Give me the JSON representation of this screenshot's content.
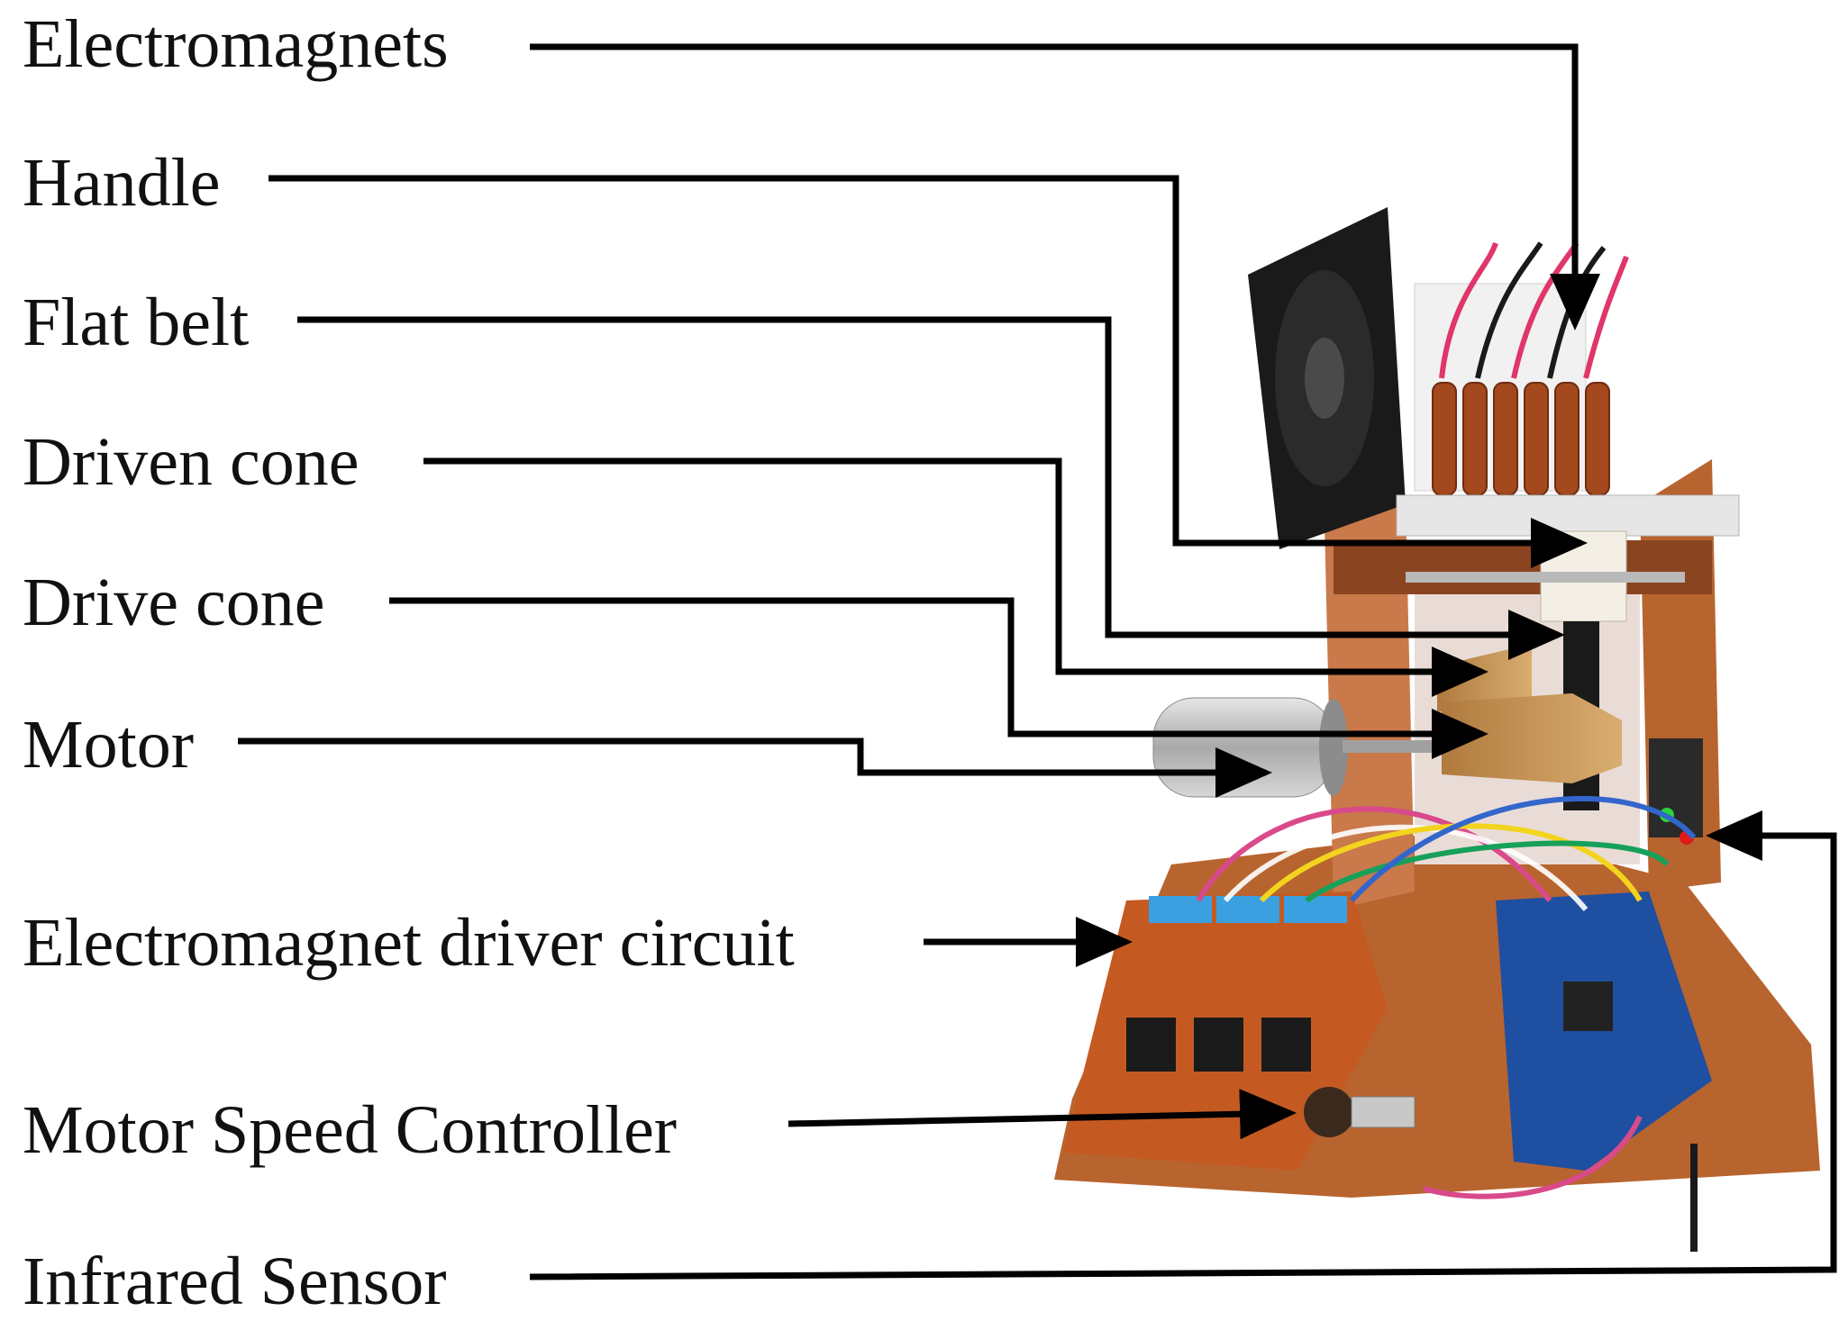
{
  "labels": {
    "electromagnets": "Electromagnets",
    "handle": "Handle",
    "flat_belt": "Flat belt",
    "driven_cone": "Driven cone",
    "drive_cone": "Drive cone",
    "motor": "Motor",
    "electromagnet_driver_circuit": "Electromagnet driver circuit",
    "motor_speed_controller": "Motor Speed Controller",
    "infrared_sensor": "Infrared Sensor"
  },
  "colors": {
    "background": "#ffffff",
    "text": "#111111",
    "leader": "#000000",
    "wood": "#b8642f",
    "pcb": "#c45a22",
    "arduino": "#1f4fa0"
  }
}
